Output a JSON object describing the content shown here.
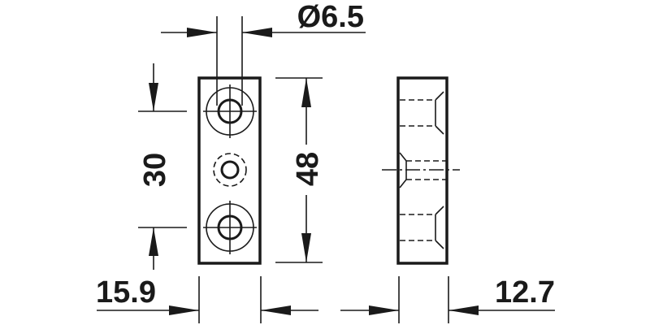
{
  "dimensions": {
    "hole_diameter": "Ø6.5",
    "hole_spacing": "30",
    "height": "48",
    "front_width": "15.9",
    "side_width": "12.7"
  }
}
